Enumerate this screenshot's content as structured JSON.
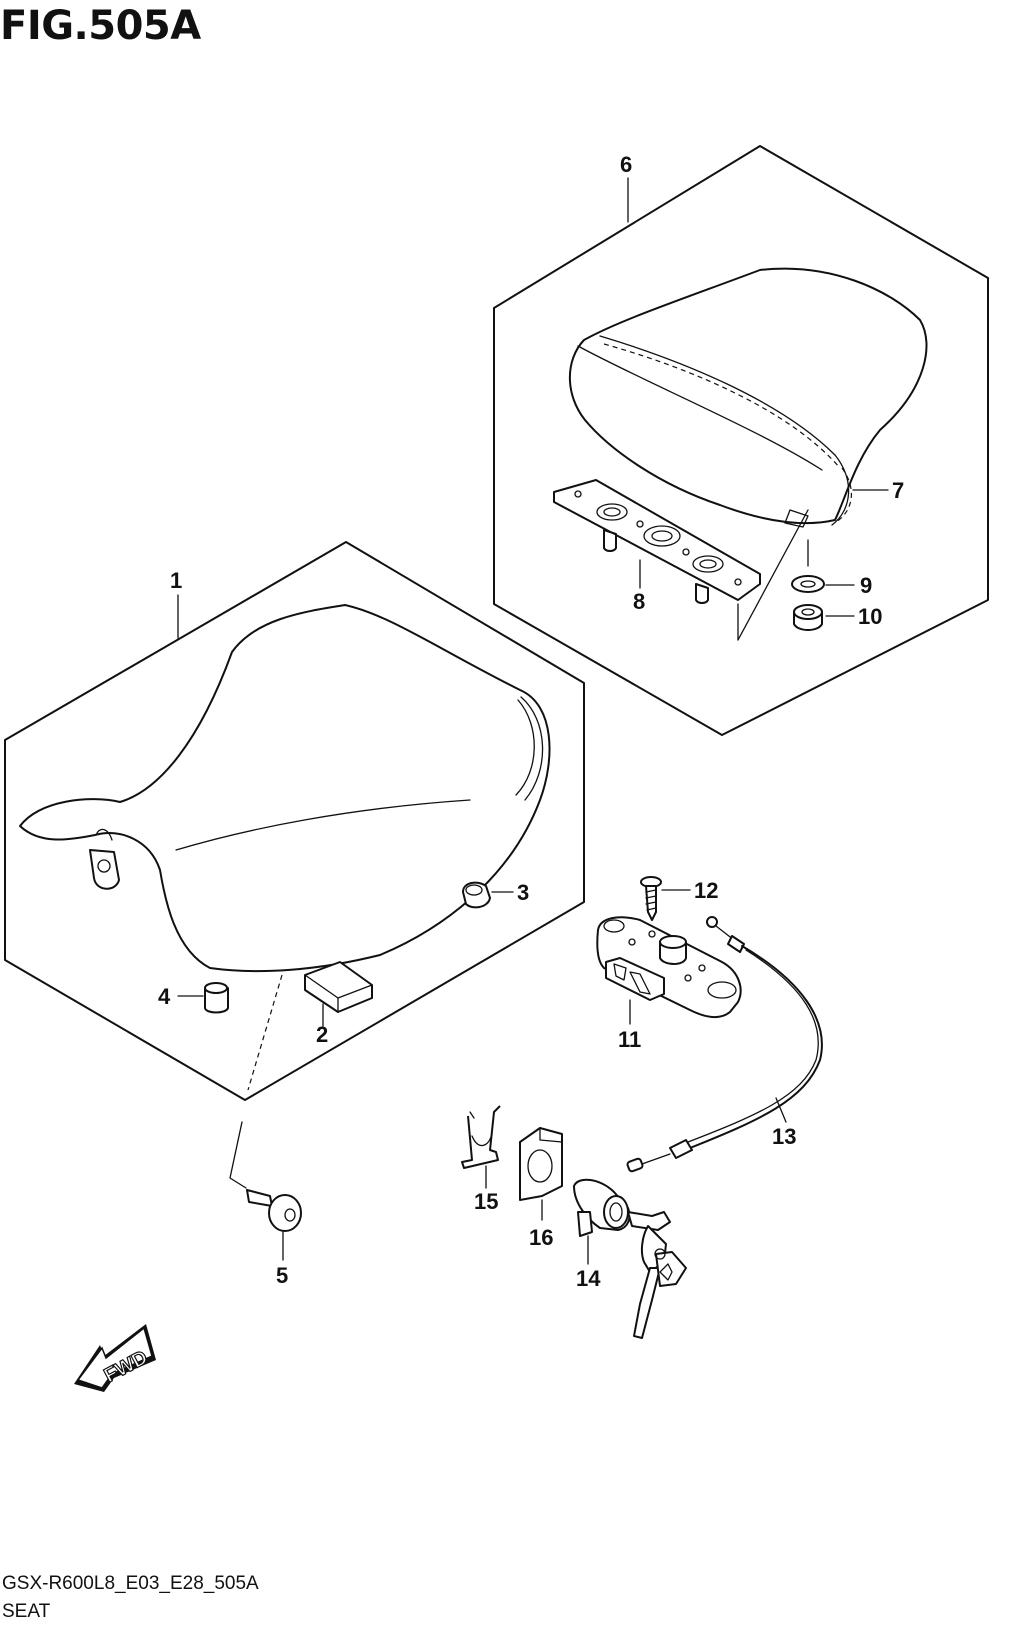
{
  "figure": {
    "title": "FIG.505A",
    "model_code": "GSX-R600L8_E03_E28_505A",
    "caption": "SEAT"
  },
  "direction_badge": {
    "label": "FWD"
  },
  "callouts": {
    "p1": "1",
    "p2": "2",
    "p3": "3",
    "p4": "4",
    "p5": "5",
    "p6": "6",
    "p7": "7",
    "p8": "8",
    "p9": "9",
    "p10": "10",
    "p11": "11",
    "p12": "12",
    "p13": "13",
    "p14": "14",
    "p15": "15",
    "p16": "16"
  },
  "icons": [
    "fwd-arrow-icon"
  ]
}
